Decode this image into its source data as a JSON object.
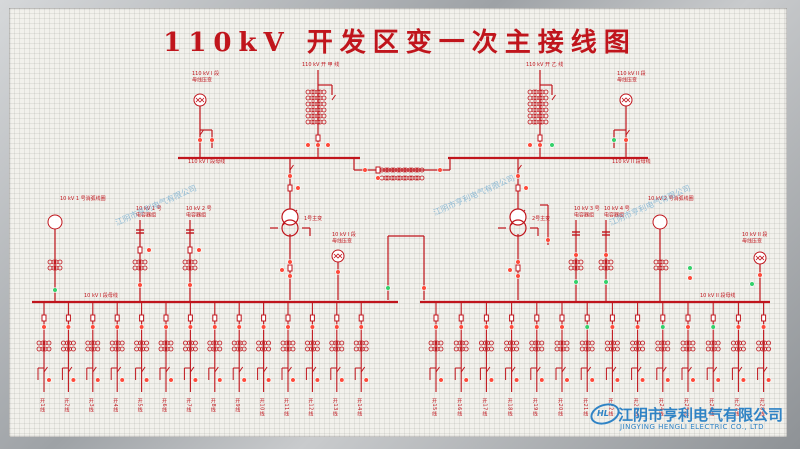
{
  "title": "110kV 开发区变一次主接线图",
  "top_lines": {
    "left_pt": "110 kV I 段\n母线压变",
    "left_feeder": "110 kV 开 甲 线",
    "right_feeder": "110 kV 开 乙 线",
    "right_pt": "110 kV II 段\n母线压变"
  },
  "hv_bus": {
    "left": "110 kV I 段母线",
    "right": "110 kV II 段母线"
  },
  "transformers": {
    "t1": "1号主变",
    "t2": "2号主变"
  },
  "left_section": {
    "arc": "10 kV 1 号消弧线圈",
    "cap1": "10 kV 1 号\n电容器组",
    "cap2": "10 kV 2 号\n电容器组",
    "pt": "10 kV I 段\n母线压变"
  },
  "right_section": {
    "cap1": "10 kV 3 号\n电容器组",
    "cap2": "10 kV 4 号\n电容器组",
    "arc": "10 kV 2 号消弧线圈",
    "pt": "10 kV II 段\n母线压变"
  },
  "lv_bus": {
    "left": "10 kV I 段母线",
    "right": "10 kV II 段母线"
  },
  "feeders_left": [
    "开1线",
    "开2线",
    "开3线",
    "开4线",
    "开5线",
    "开6线",
    "开7线",
    "开8线",
    "开9线",
    "开10线",
    "开11线",
    "开12线",
    "开13线",
    "开14线"
  ],
  "feeders_right": [
    "开15线",
    "开16线",
    "开17线",
    "开18线",
    "开19线",
    "开20线",
    "开21线",
    "开22线",
    "开23线",
    "开24线",
    "开25线",
    "开26线",
    "开27线",
    "开28线"
  ],
  "watermarks": [
    "江阴市亨利电气有限公司",
    "江阴市亨利电气有限公司",
    "江阴市亨利电气有限公司"
  ],
  "company": {
    "name": "江阴市亨利电气有限公司",
    "name_en": "JINGYING HENGLI ELECTRIC CO., LTD"
  },
  "colors": {
    "line": "#c0151c",
    "lamp_red": "#ff4a3a",
    "lamp_green": "#34d16a",
    "brand": "#2f83c5"
  }
}
